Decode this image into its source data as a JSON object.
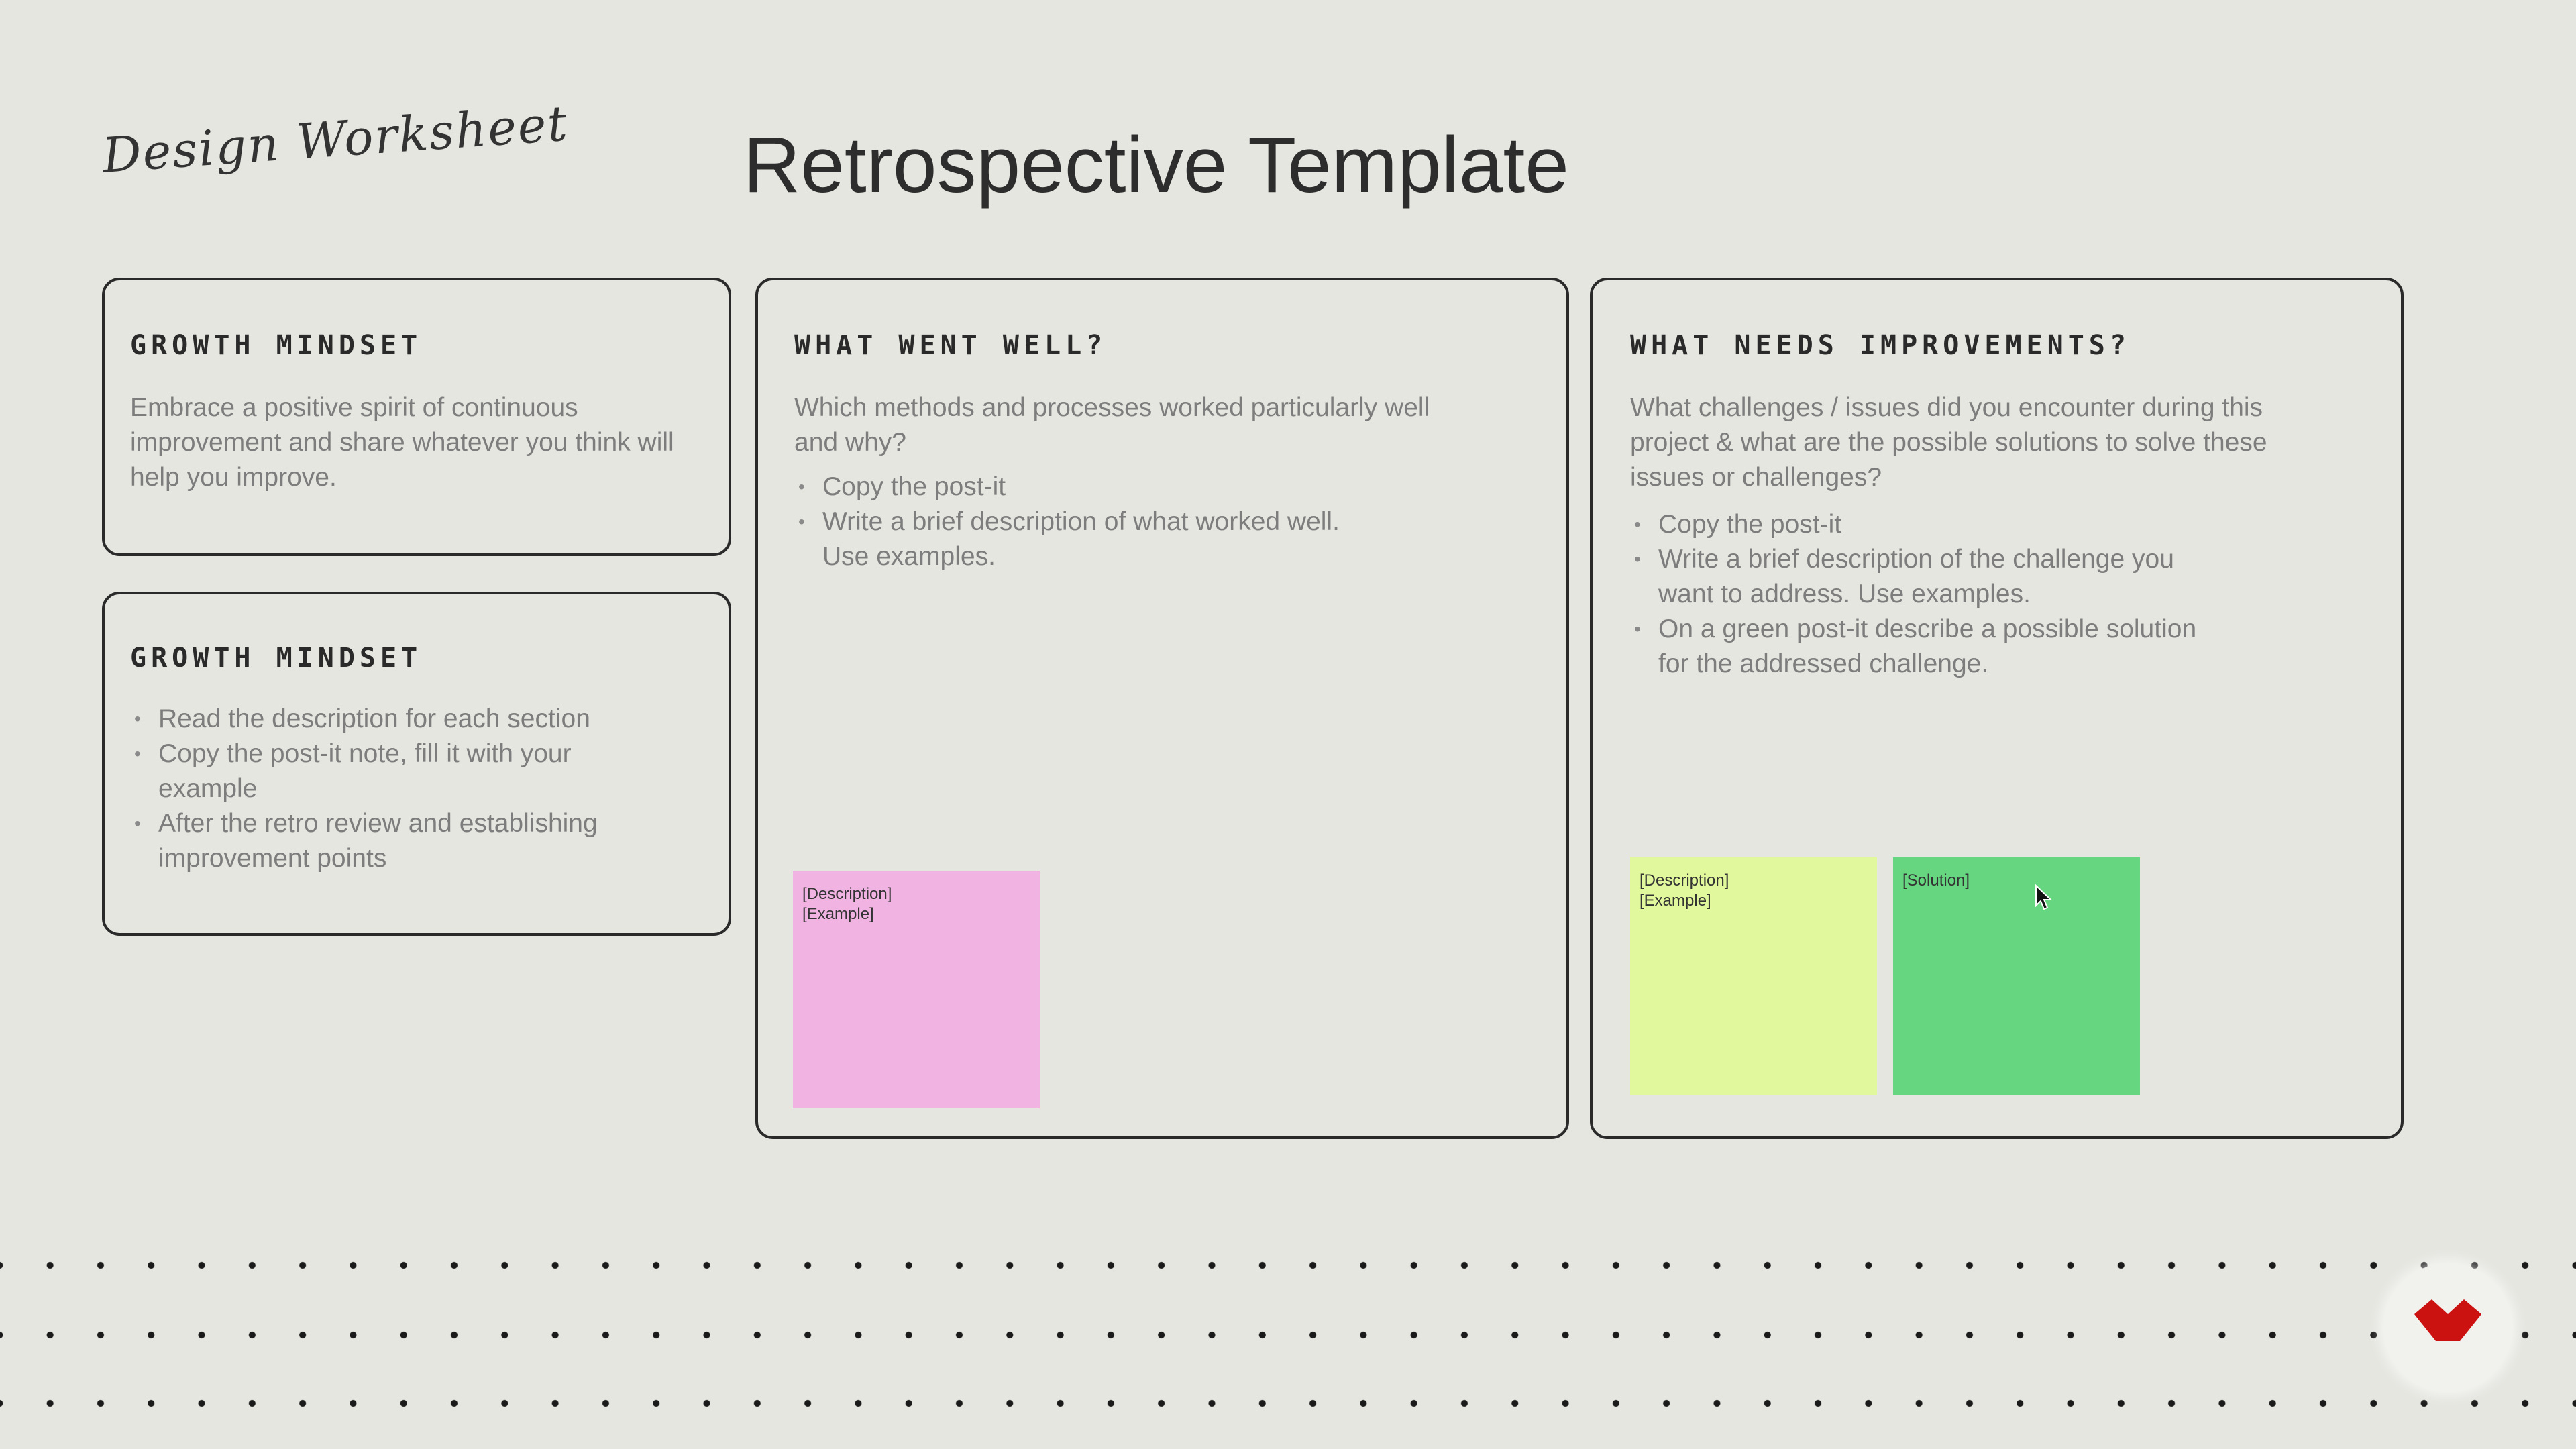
{
  "header": {
    "worksheet_label": "Design Worksheet",
    "title": "Retrospective Template"
  },
  "cards": {
    "growth_intro": {
      "heading": "GROWTH MINDSET",
      "body": "Embrace a positive spirit of continuous improvement and share whatever you think will help you improve."
    },
    "growth_steps": {
      "heading": "GROWTH MINDSET",
      "items": [
        "Read the description for each section",
        "Copy the post-it note, fill it with your example",
        "After the retro review and establishing improvement points"
      ]
    },
    "went_well": {
      "heading": "WHAT WENT WELL?",
      "body": "Which methods and processes worked particularly well and why?",
      "items": [
        "Copy the post-it",
        "Write a brief description of what worked well. Use examples."
      ],
      "postit": {
        "line1": "[Description]",
        "line2": "[Example]",
        "color": "#f0b3e2"
      }
    },
    "needs_improvement": {
      "heading": "WHAT NEEDS IMPROVEMENTS?",
      "body": "What challenges / issues did you encounter during this project & what are the possible solutions to solve these issues or challenges?",
      "items": [
        "Copy the post-it",
        "Write a brief description of the challenge you want to address. Use examples.",
        "On a green post-it describe a possible solution for the addressed challenge."
      ],
      "postit_description": {
        "line1": "[Description]",
        "line2": "[Example]",
        "color": "#e1f99c"
      },
      "postit_solution": {
        "line1": "[Solution]",
        "color": "#66d681"
      }
    }
  },
  "colors": {
    "background": "#e6e6e1",
    "border": "#2a2a2a",
    "logo_red": "#cc1111"
  },
  "icons": {
    "logo": "red-diamond-logo-icon",
    "cursor": "mouse-pointer-icon"
  }
}
